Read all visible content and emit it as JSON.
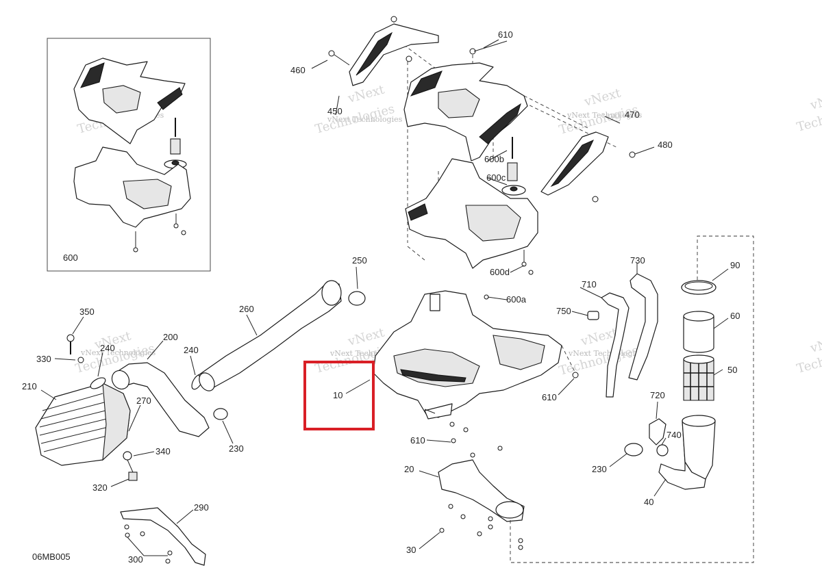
{
  "diagram": {
    "code": "06MB005",
    "inset_label": "600",
    "callouts": {
      "c10": "10",
      "c20": "20",
      "c30": "30",
      "c40": "40",
      "c50": "50",
      "c60": "60",
      "c90": "90",
      "c200": "200",
      "c210": "210",
      "c230a": "230",
      "c230b": "230",
      "c240a": "240",
      "c240b": "240",
      "c250": "250",
      "c260": "260",
      "c270": "270",
      "c290": "290",
      "c300": "300",
      "c320": "320",
      "c330": "330",
      "c340": "340",
      "c350": "350",
      "c450": "450",
      "c460": "460",
      "c470": "470",
      "c480": "480",
      "c600a": "600a",
      "c600b": "600b",
      "c600c": "600c",
      "c600d": "600d",
      "c610a": "610",
      "c610b": "610",
      "c610c": "610",
      "c710": "710",
      "c720": "720",
      "c730": "730",
      "c740": "740",
      "c750": "750"
    },
    "watermark_line1": "vNext",
    "watermark_line2": "vNext Technologies",
    "watermark_line3": "Technologies",
    "highlight_color": "#d91f26"
  }
}
